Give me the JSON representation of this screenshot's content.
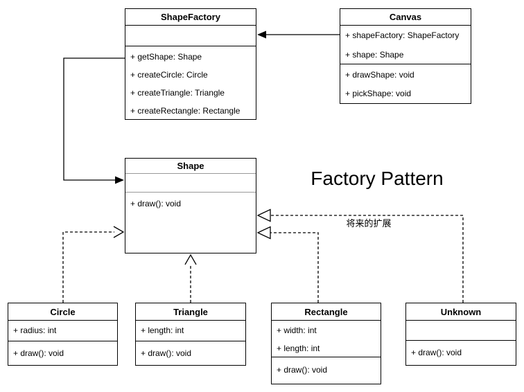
{
  "diagram": {
    "title": "Factory Pattern",
    "edge_label": "将来的扩展"
  },
  "classes": [
    {
      "name": "ShapeFactory",
      "attributes": [],
      "methods": [
        "+ getShape: Shape",
        "+ createCircle: Circle",
        "+ createTriangle: Triangle",
        "+ createRectangle: Rectangle"
      ]
    },
    {
      "name": "Canvas",
      "attributes": [
        "+ shapeFactory: ShapeFactory",
        "+ shape: Shape"
      ],
      "methods": [
        "+ drawShape: void",
        "+ pickShape: void"
      ]
    },
    {
      "name": "Shape",
      "attributes": [],
      "methods": [
        "+ draw(): void"
      ]
    },
    {
      "name": "Circle",
      "attributes": [
        "+ radius: int"
      ],
      "methods": [
        "+ draw(): void"
      ]
    },
    {
      "name": "Triangle",
      "attributes": [
        "+ length: int"
      ],
      "methods": [
        "+ draw(): void"
      ]
    },
    {
      "name": "Rectangle",
      "attributes": [
        "+ width: int",
        "+ length: int"
      ],
      "methods": [
        "+ draw(): void"
      ]
    },
    {
      "name": "Unknown",
      "attributes": [],
      "methods": [
        "+ draw(): void"
      ]
    }
  ],
  "colors": {
    "line": "#000000",
    "background": "#ffffff",
    "shape_separator": "#999999"
  }
}
